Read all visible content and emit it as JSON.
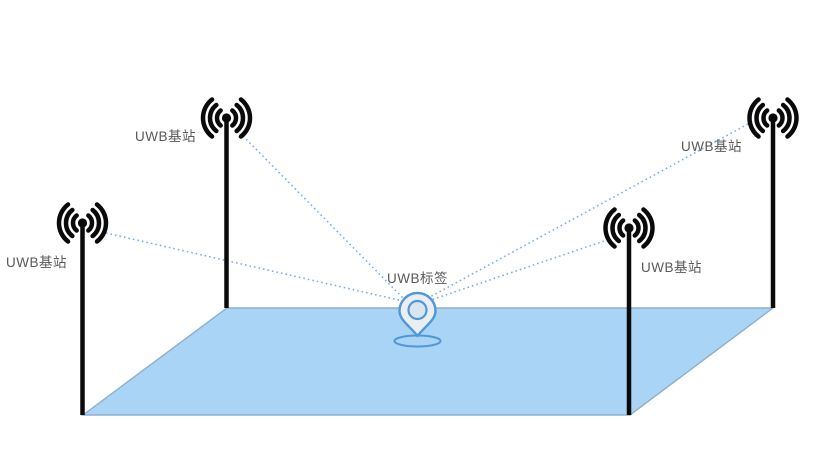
{
  "diagram": {
    "type": "uwb-positioning-schematic",
    "anchors": [
      {
        "position": "top-left",
        "label": "UWB基站"
      },
      {
        "position": "bottom-left",
        "label": "UWB基站"
      },
      {
        "position": "top-right",
        "label": "UWB基站"
      },
      {
        "position": "bottom-right",
        "label": "UWB基站"
      }
    ],
    "tag": {
      "label": "UWB标签",
      "icon": "location-pin-icon"
    },
    "anchor_icon": "broadcast-antenna-icon",
    "ranging_links": [
      {
        "from": "anchor-top-left",
        "to": "tag"
      },
      {
        "from": "anchor-bottom-left",
        "to": "tag"
      },
      {
        "from": "anchor-top-right",
        "to": "tag"
      },
      {
        "from": "anchor-bottom-right",
        "to": "tag"
      }
    ],
    "ground_plane": {
      "shape": "parallelogram",
      "fill": "#A9D4F5"
    },
    "colors": {
      "plane_fill": "#A9D4F5",
      "plane_stroke": "#8FAFC9",
      "ranging_line": "#7FB0E0",
      "antenna": "#0A0A0A",
      "pin_stroke": "#4F97D8",
      "pin_fill": "#EAEEF2",
      "label_text": "#595959",
      "background": "#FFFFFF"
    }
  }
}
